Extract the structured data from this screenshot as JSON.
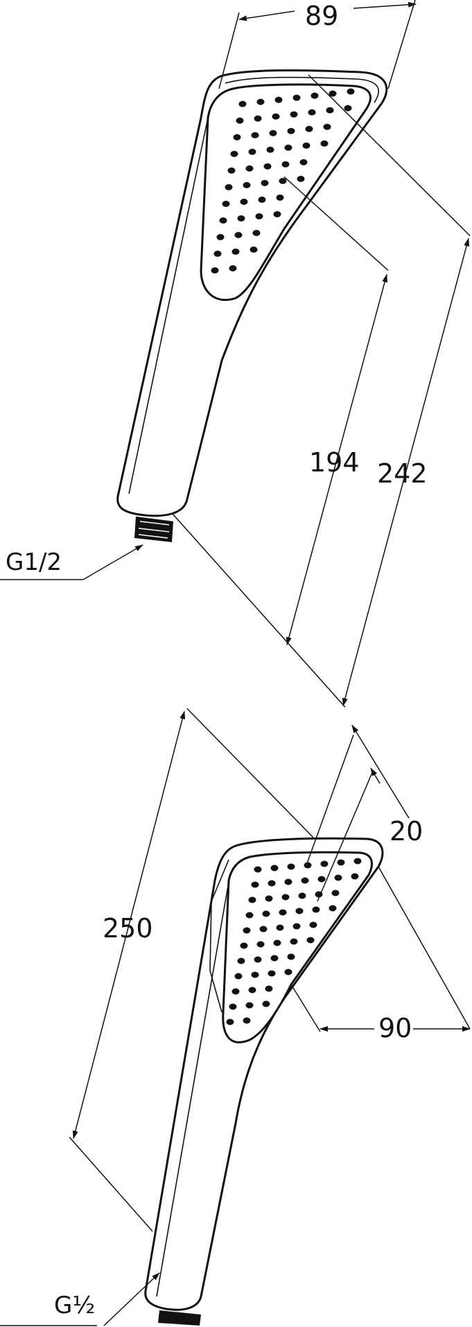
{
  "dimensions": {
    "top_view": {
      "width": "89",
      "inner_length": "194",
      "total_length": "242",
      "thread": "G1/2"
    },
    "bottom_view": {
      "length": "250",
      "depth": "20",
      "width": "90",
      "thread": "G½"
    }
  },
  "colors": {
    "line": "#111111",
    "background": "#ffffff"
  }
}
